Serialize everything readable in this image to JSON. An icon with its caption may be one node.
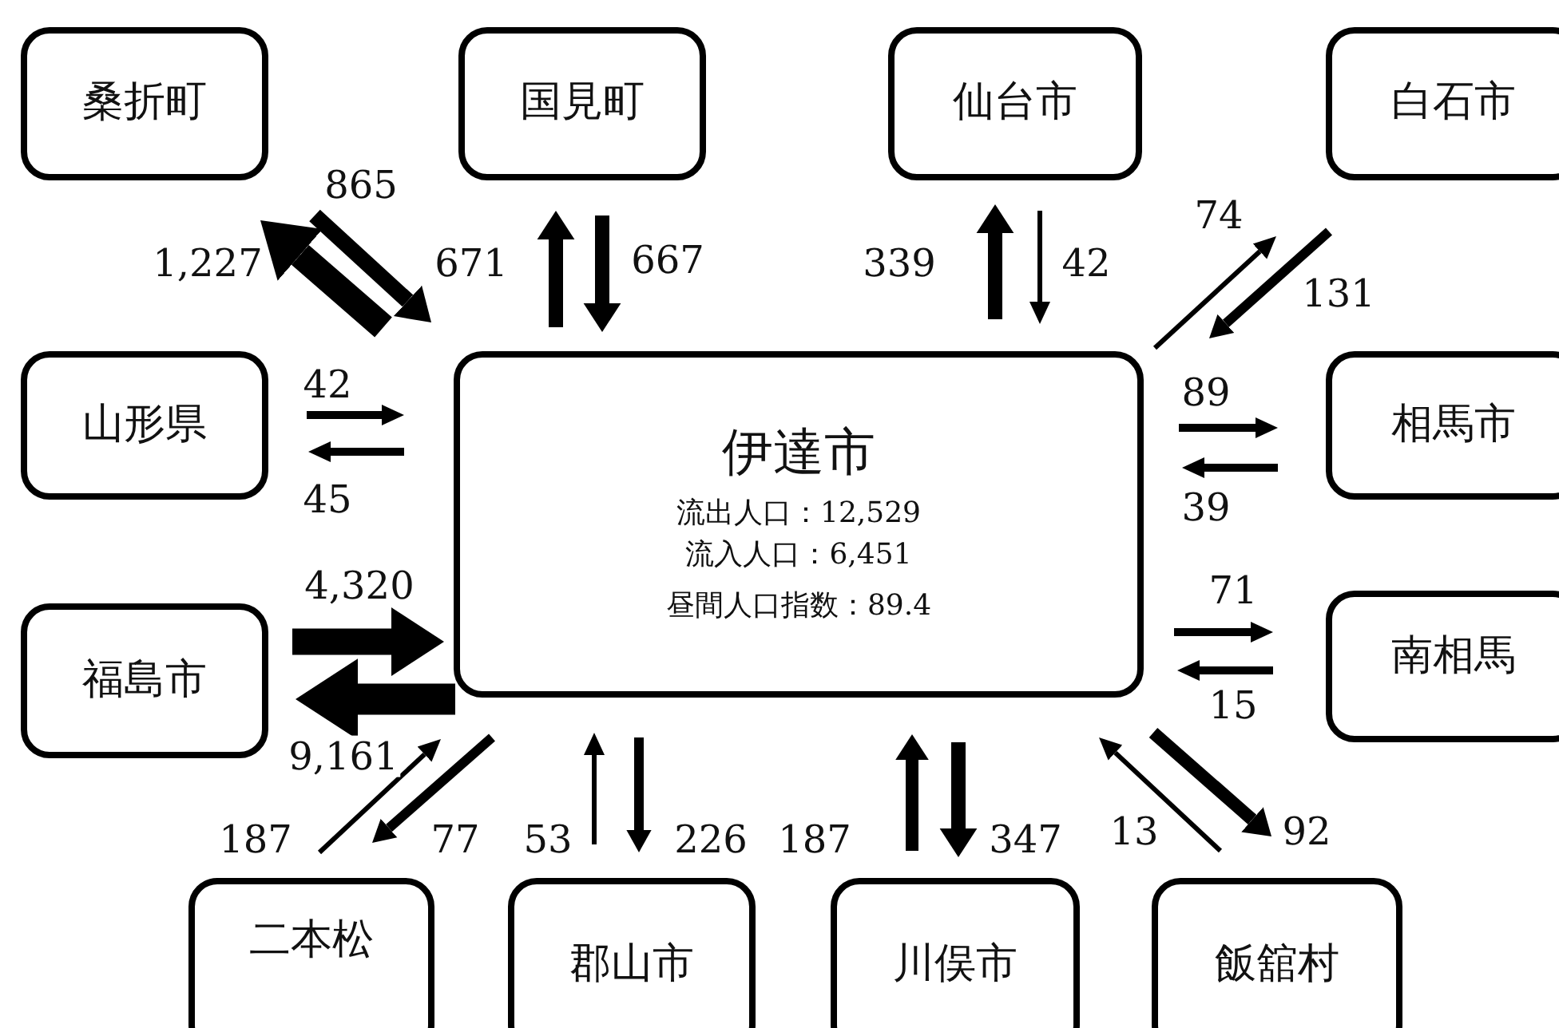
{
  "diagram": {
    "nodes": [
      {
        "text": [
          "桑折町"
        ]
      },
      {
        "text": [
          "国見町"
        ]
      },
      {
        "text": [
          "仙台市"
        ]
      },
      {
        "text": [
          "白石市"
        ]
      },
      {
        "text": [
          "山形県"
        ]
      },
      {
        "text": [
          "伊達市",
          "流出人口：12,529",
          "流入人口：6,451",
          "昼間人口指数：89.4"
        ]
      },
      {
        "text": [
          "相馬市"
        ]
      },
      {
        "text": [
          "福島市"
        ]
      },
      {
        "text": [
          "南相馬"
        ]
      },
      {
        "text": [
          "二本松"
        ]
      },
      {
        "text": [
          "郡山市"
        ]
      },
      {
        "text": [
          "川俣市"
        ]
      },
      {
        "text": [
          "飯舘村"
        ]
      }
    ],
    "edges": [
      {
        "from": 5,
        "to": 0,
        "arrow": "to",
        "label": "1,227",
        "style": "thick"
      },
      {
        "from": 0,
        "to": 5,
        "arrow": "to",
        "label": "671"
      },
      {
        "from": 5,
        "to": 1,
        "arrow": "to"
      },
      {
        "from": 1,
        "to": 5,
        "arrow": "to",
        "label": "667"
      },
      {
        "from": 5,
        "to": 2,
        "arrow": "to",
        "label": "339"
      },
      {
        "from": 2,
        "to": 5,
        "arrow": "to",
        "label": "42"
      },
      {
        "from": 5,
        "to": 3,
        "arrow": "to",
        "label": "74"
      },
      {
        "from": 3,
        "to": 5,
        "arrow": "to",
        "label": "131"
      },
      {
        "from": 4,
        "to": 5,
        "arrow": "to",
        "label": "42"
      },
      {
        "from": 5,
        "to": 4,
        "arrow": "to",
        "label": "45"
      },
      {
        "from": 5,
        "to": 6,
        "arrow": "to",
        "label": "89"
      },
      {
        "from": 6,
        "to": 5,
        "arrow": "to",
        "label": "39"
      },
      {
        "from": 7,
        "to": 5,
        "arrow": "to",
        "label": "4,320",
        "style": "thick"
      },
      {
        "from": 5,
        "to": 7,
        "arrow": "to",
        "label": "9,161",
        "style": "thick"
      },
      {
        "from": 5,
        "to": 8,
        "arrow": "to",
        "label": "71"
      },
      {
        "from": 8,
        "to": 5,
        "arrow": "to",
        "label": "15"
      },
      {
        "from": 9,
        "to": 5,
        "arrow": "to",
        "label": "187"
      },
      {
        "from": 5,
        "to": 9,
        "arrow": "to",
        "label": "77"
      },
      {
        "from": 10,
        "to": 5,
        "arrow": "to",
        "label": "53"
      },
      {
        "from": 5,
        "to": 10,
        "arrow": "to",
        "label": "226"
      },
      {
        "from": 11,
        "to": 5,
        "arrow": "to",
        "label": "187"
      },
      {
        "from": 5,
        "to": 11,
        "arrow": "to",
        "label": "347"
      },
      {
        "from": 12,
        "to": 5,
        "arrow": "to",
        "label": "13"
      },
      {
        "from": 5,
        "to": 12,
        "arrow": "to",
        "label": "92"
      }
    ],
    "labels": [
      "865"
    ]
  }
}
